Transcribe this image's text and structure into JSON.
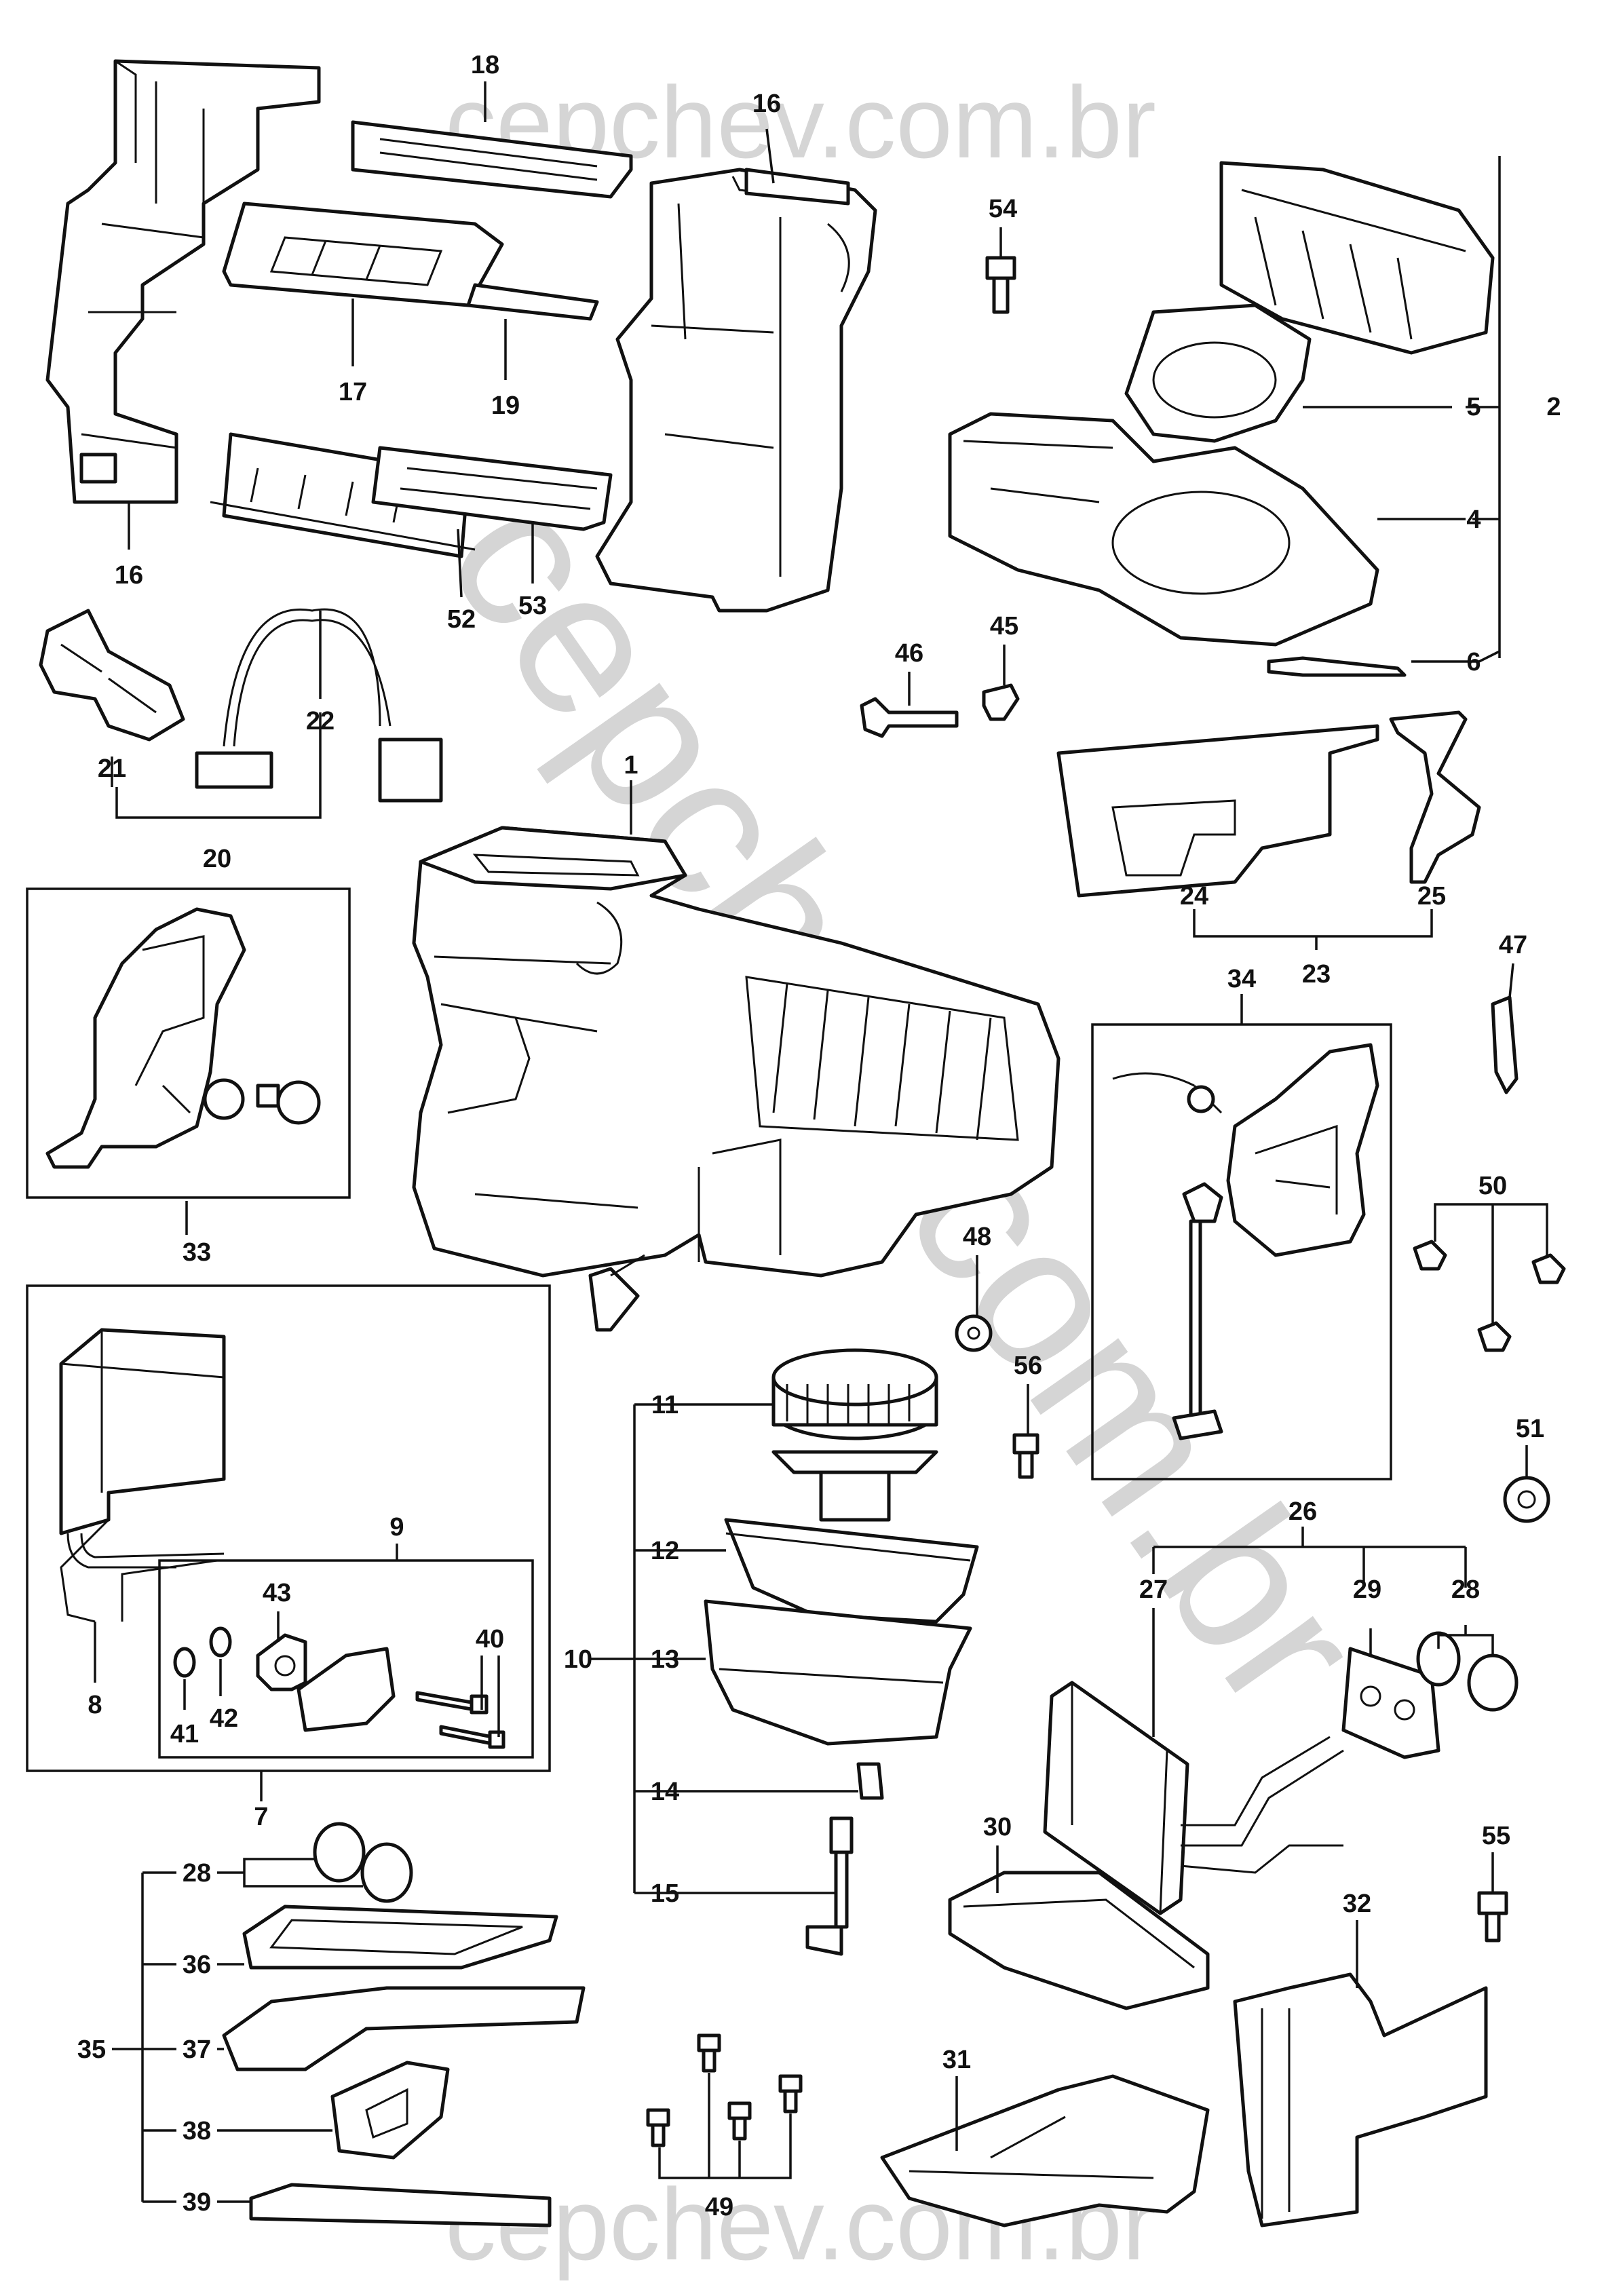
{
  "watermark": {
    "top": "cepchev.com.br",
    "diagonal": "cepchev.com.br",
    "bottom": "cepchev.com.br"
  },
  "callouts": {
    "c1": "1",
    "c2": "2",
    "c4": "4",
    "c5": "5",
    "c6": "6",
    "c7": "7",
    "c8": "8",
    "c9": "9",
    "c10": "10",
    "c11": "11",
    "c12": "12",
    "c13": "13",
    "c14": "14",
    "c15": "15",
    "c16a": "16",
    "c16b": "16",
    "c17": "17",
    "c18": "18",
    "c19": "19",
    "c20": "20",
    "c21": "21",
    "c22": "22",
    "c23": "23",
    "c24": "24",
    "c25": "25",
    "c26": "26",
    "c27": "27",
    "c28a": "28",
    "c28b": "28",
    "c29": "29",
    "c30": "30",
    "c31": "31",
    "c32": "32",
    "c33": "33",
    "c34": "34",
    "c35": "35",
    "c36": "36",
    "c37": "37",
    "c38": "38",
    "c39": "39",
    "c40": "40",
    "c41": "41",
    "c42": "42",
    "c43": "43",
    "c45": "45",
    "c46": "46",
    "c47": "47",
    "c48": "48",
    "c49": "49",
    "c50": "50",
    "c51": "51",
    "c52": "52",
    "c53": "53",
    "c54": "54",
    "c55": "55",
    "c56": "56"
  }
}
